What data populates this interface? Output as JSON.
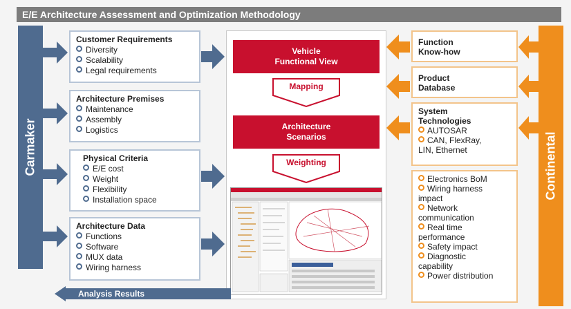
{
  "title": "E/E Architecture Assessment and Optimization Methodology",
  "carmaker_label": "Carmaker",
  "continental_label": "Continental",
  "left_boxes": [
    {
      "heading": "Customer Requirements",
      "items": [
        "Diversity",
        "Scalability",
        "Legal requirements"
      ]
    },
    {
      "heading": "Architecture Premises",
      "items": [
        "Maintenance",
        "Assembly",
        "Logistics"
      ]
    },
    {
      "heading": "Physical Criteria",
      "items": [
        "E/E cost",
        "Weight",
        "Flexibility",
        "Installation space"
      ]
    },
    {
      "heading": "Architecture Data",
      "items": [
        "Functions",
        "Software",
        "MUX data",
        "Wiring harness"
      ]
    }
  ],
  "center": {
    "vehicle_view": "Vehicle\nFunctional View",
    "mapping": "Mapping",
    "scenarios": "Architecture\nScenarios",
    "weighting": "Weighting"
  },
  "right_boxes": {
    "function_knowhow": "Function\nKnow-how",
    "product_database": "Product\nDatabase",
    "system_technologies": {
      "heading": "System\nTechnologies",
      "items": [
        "AUTOSAR",
        "CAN, FlexRay,\nLIN, Ethernet"
      ]
    },
    "assessment_items": [
      "Electronics BoM",
      "Wiring harness\nimpact",
      "Network\ncommunication",
      "Real time\nperformance",
      "Safety impact",
      "Diagnostic\ncapability",
      "Power distribution"
    ]
  },
  "analysis_results": "Analysis Results",
  "colors": {
    "carmaker_blue": "#4f6b8f",
    "continental_orange": "#ef8e1d",
    "accent_red": "#c8102e",
    "title_gray": "#7c7c7c"
  }
}
